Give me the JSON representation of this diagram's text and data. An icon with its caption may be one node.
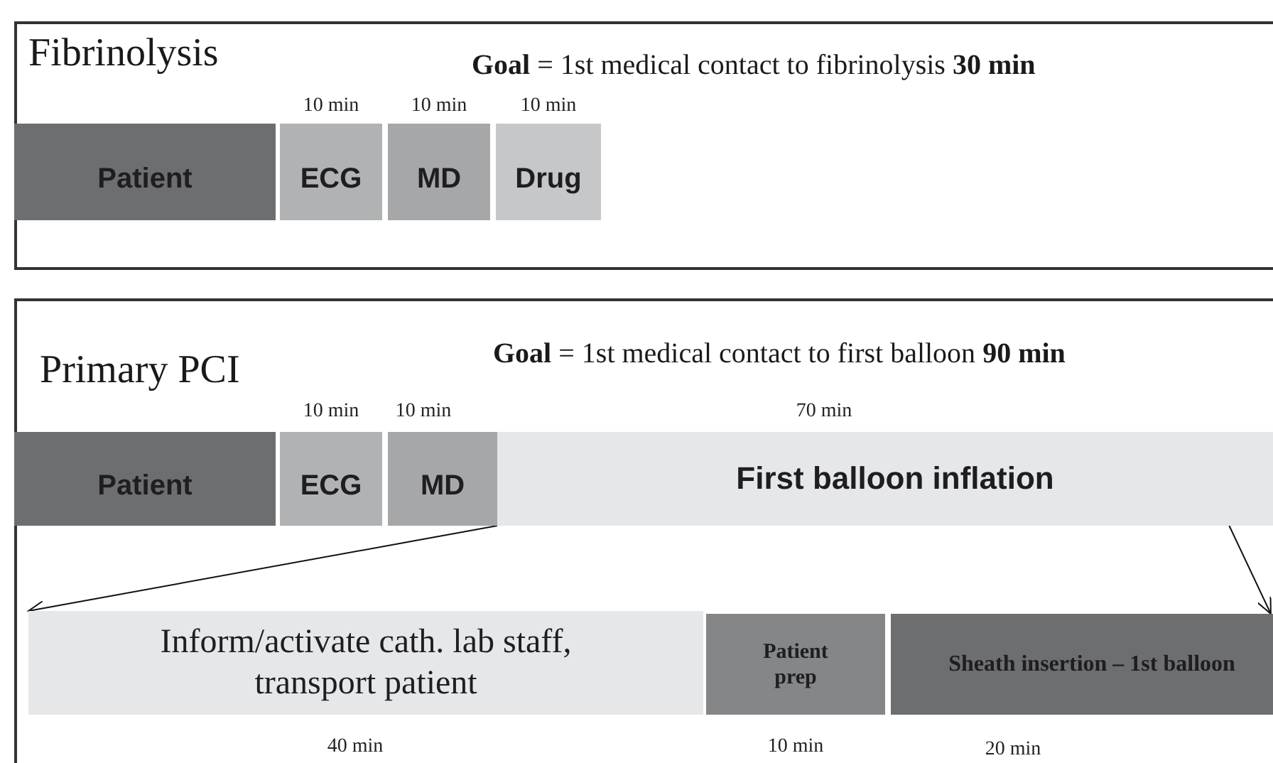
{
  "diagram": {
    "nodes": [
      {
        "text": [
          "Fibrinolysis",
          "**Goal** = 1st medical contact to fibrinolysis **30 min**"
        ]
      },
      {
        "text": [
          "Patient"
        ],
        "in": 0
      },
      {
        "text": [
          "ECG"
        ],
        "in": 0,
        "beside": [
          "10 min"
        ]
      },
      {
        "text": [
          "MD"
        ],
        "in": 0,
        "beside": [
          "10 min"
        ]
      },
      {
        "text": [
          "Drug"
        ],
        "in": 0,
        "beside": [
          "10 min"
        ]
      },
      {
        "text": [
          "Primary PCI",
          "**Goal** = 1st medical contact to first balloon **90 min**"
        ]
      },
      {
        "text": [
          "Patient"
        ],
        "in": 5
      },
      {
        "text": [
          "ECG"
        ],
        "in": 5,
        "beside": [
          "10 min"
        ]
      },
      {
        "text": [
          "MD"
        ],
        "in": 5,
        "beside": [
          "10 min"
        ]
      },
      {
        "text": [
          "First balloon inflation"
        ],
        "in": 5,
        "beside": [
          "70 min"
        ]
      },
      {
        "text": [
          "Inform/activate cath. lab staff, transport patient"
        ],
        "in": 5,
        "beside": [
          "40 min"
        ]
      },
      {
        "text": [
          "Patient prep"
        ],
        "in": 5,
        "beside": [
          "10 min"
        ]
      },
      {
        "text": [
          "Sheath insertion – 1st balloon"
        ],
        "in": 5,
        "beside": [
          "20 min"
        ]
      }
    ],
    "edges": [
      {
        "from": 9,
        "to": 10,
        "arrow": "to"
      },
      {
        "from": 9,
        "to": 12,
        "arrow": "to"
      }
    ]
  }
}
